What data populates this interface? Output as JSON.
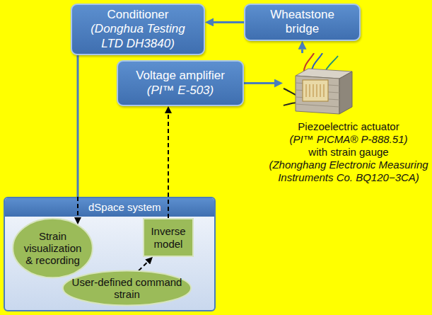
{
  "diagram": {
    "nodes": [
      {
        "text": [
          "Conditioner",
          "(Donghua Testing LTD DH3840)"
        ]
      },
      {
        "text": [
          "Wheatstone bridge"
        ]
      },
      {
        "text": [
          "Voltage amplifier",
          "(PI™ E-503)"
        ]
      },
      {
        "text": [
          "Piezoelectric actuator",
          "(PI™ PICMA® P-888.51)",
          "with strain gauge",
          "(Zhonghang Electronic Measuring Instruments Co. BQ120−3CA)"
        ]
      },
      {
        "text": [
          "dSpace system"
        ]
      },
      {
        "text": [
          "Strain visualization & recording"
        ],
        "in": 4
      },
      {
        "text": [
          "Inverse model"
        ],
        "in": 4
      },
      {
        "text": [
          "User-defined command strain"
        ],
        "in": 4
      }
    ],
    "edges": [
      {
        "from": 1,
        "to": 0,
        "arrow": "to"
      },
      {
        "from": 3,
        "to": 1,
        "arrow": "to"
      },
      {
        "from": 0,
        "to": 5,
        "arrow": "to"
      },
      {
        "from": 2,
        "to": 3,
        "arrow": "to"
      },
      {
        "from": 6,
        "to": 2,
        "arrow": "to"
      },
      {
        "from": 7,
        "to": 6,
        "arrow": "to"
      }
    ]
  }
}
